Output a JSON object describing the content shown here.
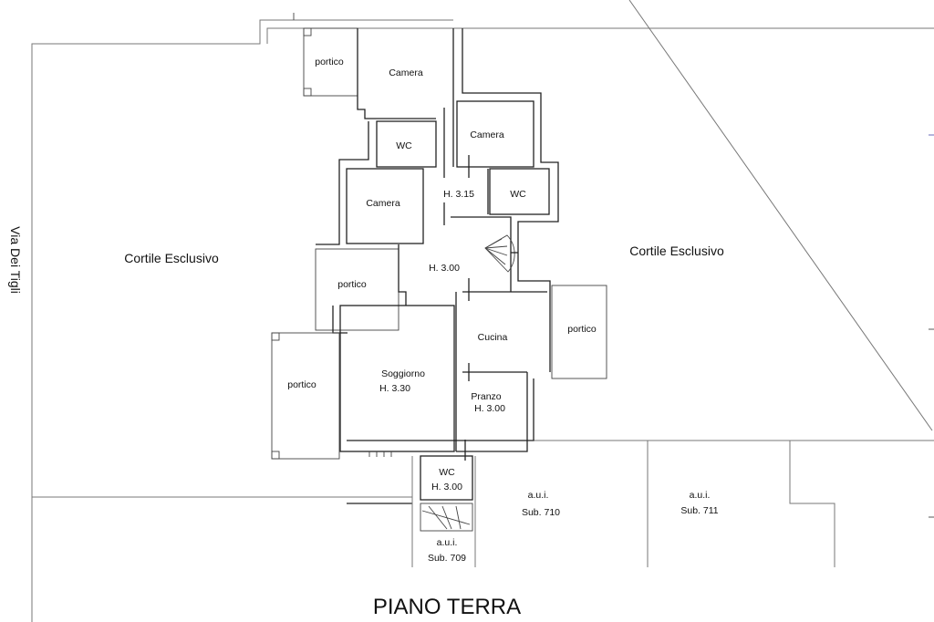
{
  "plan": {
    "title": "PIANO TERRA",
    "street": "Via Dei Tigli",
    "courtyards": [
      "Cortile Esclusivo",
      "Cortile Esclusivo"
    ],
    "rooms": {
      "portico_1": "portico",
      "camera_1": "Camera",
      "wc_1": "WC",
      "camera_2": "Camera",
      "camera_3": "Camera",
      "wc_2": "WC",
      "disimpegno_h": "H. 3.15",
      "corridor_h": "H. 3.00",
      "portico_2": "portico",
      "portico_3": "portico",
      "portico_4": "portico",
      "soggiorno": "Soggiorno",
      "soggiorno_h": "H. 3.30",
      "cucina": "Cucina",
      "pranzo": "Pranzo",
      "pranzo_h": "H. 3.00",
      "wc_3": "WC",
      "wc_3_h": "H. 3.00"
    },
    "units": [
      {
        "label": "a.u.i.",
        "sub": "Sub. 709"
      },
      {
        "label": "a.u.i.",
        "sub": "Sub. 710"
      },
      {
        "label": "a.u.i.",
        "sub": "Sub. 711"
      }
    ]
  }
}
